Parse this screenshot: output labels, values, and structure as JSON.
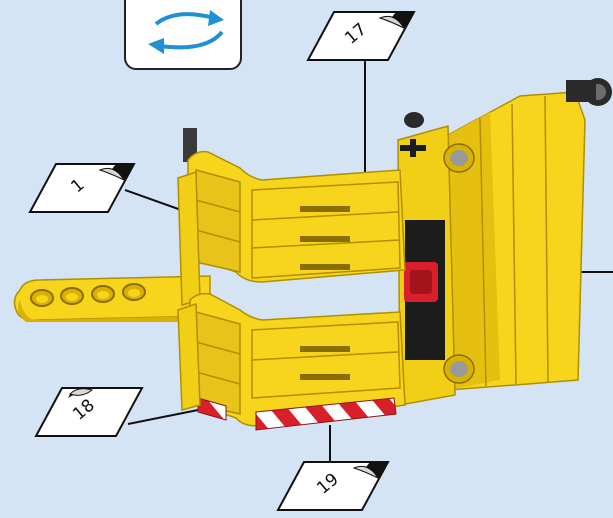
{
  "instruction": {
    "rotate_icon": "rotate-arrows-icon",
    "rotate_color": "#1f8fd6",
    "stickers": [
      {
        "number": "1"
      },
      {
        "number": "17"
      },
      {
        "number": "18"
      },
      {
        "number": "19"
      }
    ]
  },
  "colors": {
    "background": "#d4e4f4",
    "brick_yellow": "#f7d51c",
    "brick_shadow": "#d9b200",
    "brick_dark": "#1c1c1c",
    "brick_red": "#d8202a",
    "brick_grey": "#9a9a9a"
  }
}
